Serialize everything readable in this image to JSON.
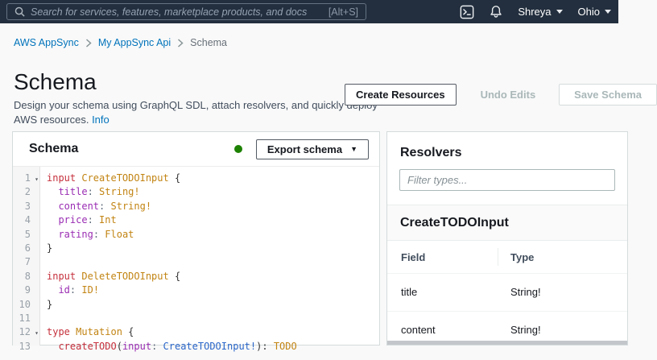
{
  "topnav": {
    "search_placeholder": "Search for services, features, marketplace products, and docs",
    "search_shortcut": "[Alt+S]",
    "user": "Shreya",
    "region": "Ohio"
  },
  "breadcrumb": {
    "items": [
      "AWS AppSync",
      "My AppSync Api",
      "Schema"
    ]
  },
  "page": {
    "title": "Schema",
    "description_line1": "Design your schema using GraphQL SDL, attach resolvers, and quickly deploy",
    "description_line2": "AWS resources.",
    "info_link": "Info",
    "create_resources_button": "Create Resources",
    "undo_edits_button": "Undo Edits",
    "save_schema_button": "Save Schema"
  },
  "schema_panel": {
    "title": "Schema",
    "export_button": "Export schema",
    "status_color": "#1d8102"
  },
  "editor": {
    "lines": [
      {
        "n": 1,
        "fold": true,
        "tokens": [
          [
            "k",
            "input"
          ],
          [
            "p",
            " "
          ],
          [
            "t",
            "CreateTODOInput"
          ],
          [
            "p",
            " {"
          ]
        ]
      },
      {
        "n": 2,
        "fold": false,
        "tokens": [
          [
            "p",
            "  "
          ],
          [
            "f",
            "title"
          ],
          [
            "g",
            ":"
          ],
          [
            "p",
            " "
          ],
          [
            "t",
            "String!"
          ]
        ]
      },
      {
        "n": 3,
        "fold": false,
        "tokens": [
          [
            "p",
            "  "
          ],
          [
            "f",
            "content"
          ],
          [
            "g",
            ":"
          ],
          [
            "p",
            " "
          ],
          [
            "t",
            "String!"
          ]
        ]
      },
      {
        "n": 4,
        "fold": false,
        "tokens": [
          [
            "p",
            "  "
          ],
          [
            "f",
            "price"
          ],
          [
            "g",
            ":"
          ],
          [
            "p",
            " "
          ],
          [
            "t",
            "Int"
          ]
        ]
      },
      {
        "n": 5,
        "fold": false,
        "tokens": [
          [
            "p",
            "  "
          ],
          [
            "f",
            "rating"
          ],
          [
            "g",
            ":"
          ],
          [
            "p",
            " "
          ],
          [
            "t",
            "Float"
          ]
        ]
      },
      {
        "n": 6,
        "fold": false,
        "tokens": [
          [
            "p",
            "}"
          ]
        ]
      },
      {
        "n": 7,
        "fold": false,
        "tokens": []
      },
      {
        "n": 8,
        "fold": false,
        "tokens": [
          [
            "k",
            "input"
          ],
          [
            "p",
            " "
          ],
          [
            "t",
            "DeleteTODOInput"
          ],
          [
            "p",
            " {"
          ]
        ]
      },
      {
        "n": 9,
        "fold": false,
        "tokens": [
          [
            "p",
            "  "
          ],
          [
            "f",
            "id"
          ],
          [
            "g",
            ":"
          ],
          [
            "p",
            " "
          ],
          [
            "t",
            "ID!"
          ]
        ]
      },
      {
        "n": 10,
        "fold": false,
        "tokens": [
          [
            "p",
            "}"
          ]
        ]
      },
      {
        "n": 11,
        "fold": false,
        "tokens": []
      },
      {
        "n": 12,
        "fold": true,
        "tokens": [
          [
            "k",
            "type"
          ],
          [
            "p",
            " "
          ],
          [
            "t",
            "Mutation"
          ],
          [
            "p",
            " {"
          ]
        ]
      },
      {
        "n": 13,
        "fold": false,
        "tokens": [
          [
            "p",
            "  "
          ],
          [
            "k",
            "createTODO"
          ],
          [
            "p",
            "("
          ],
          [
            "f",
            "input"
          ],
          [
            "g",
            ":"
          ],
          [
            "p",
            " "
          ],
          [
            "b",
            "CreateTODOInput!"
          ],
          [
            "p",
            "): "
          ],
          [
            "t",
            "TODO"
          ]
        ]
      }
    ]
  },
  "resolvers_panel": {
    "title": "Resolvers",
    "filter_placeholder": "Filter types...",
    "type_name": "CreateTODOInput",
    "columns": [
      "Field",
      "Type"
    ],
    "rows": [
      {
        "field": "title",
        "type": "String!"
      },
      {
        "field": "content",
        "type": "String!"
      }
    ]
  }
}
